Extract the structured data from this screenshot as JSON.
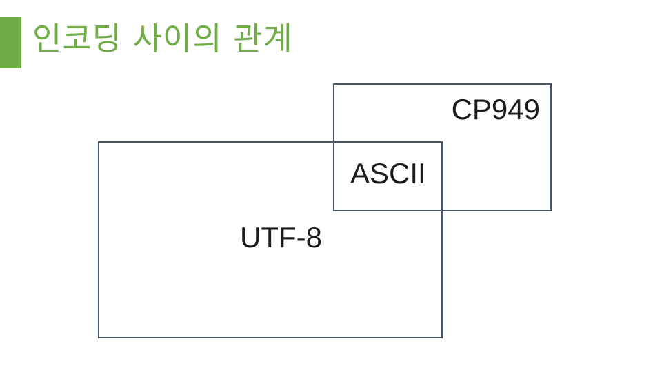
{
  "slide": {
    "title": "인코딩 사이의 관계"
  },
  "diagram": {
    "type": "venn-overlapping-rectangles",
    "sets": [
      {
        "label": "CP949"
      },
      {
        "label": "UTF-8"
      }
    ],
    "overlap_label": "ASCII"
  },
  "colors": {
    "accent_green": "#70AD47",
    "box_border": "#44546A",
    "label_text": "#1C1C1C",
    "background": "#FFFFFF"
  }
}
